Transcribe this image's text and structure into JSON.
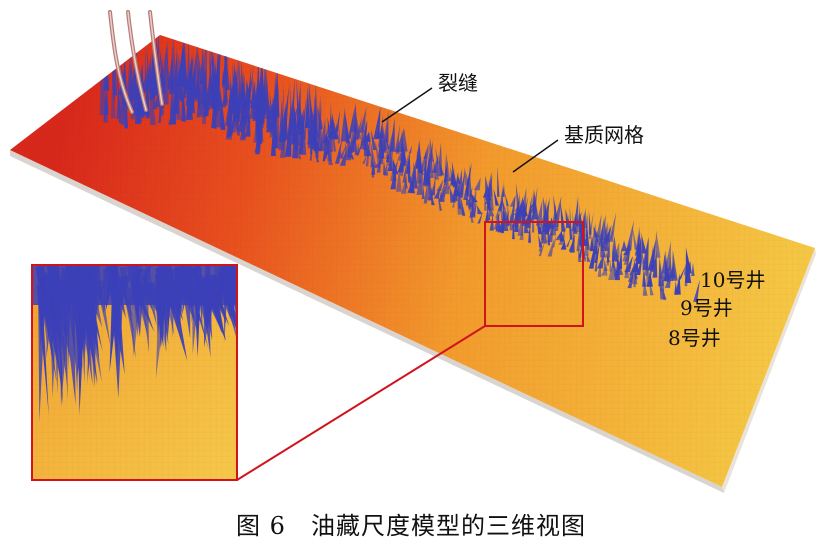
{
  "labels": {
    "fracture": "裂缝",
    "matrix_grid": "基质网格",
    "well_10": "10号井",
    "well_9": "9号井",
    "well_8": "8号井"
  },
  "caption": "图 6　油藏尺度模型的三维视图",
  "colors": {
    "slab_red": "#e0321e",
    "slab_orange": "#f08a26",
    "slab_yellow": "#f4c240",
    "fracture_blue": "#3b40b8",
    "highlight_box": "#d0141e",
    "well_pipe": "#c88a86"
  },
  "icons": {
    "wellbores": "three-wellbore-pipes",
    "zoom-inset": "magnified-fracture-region"
  }
}
